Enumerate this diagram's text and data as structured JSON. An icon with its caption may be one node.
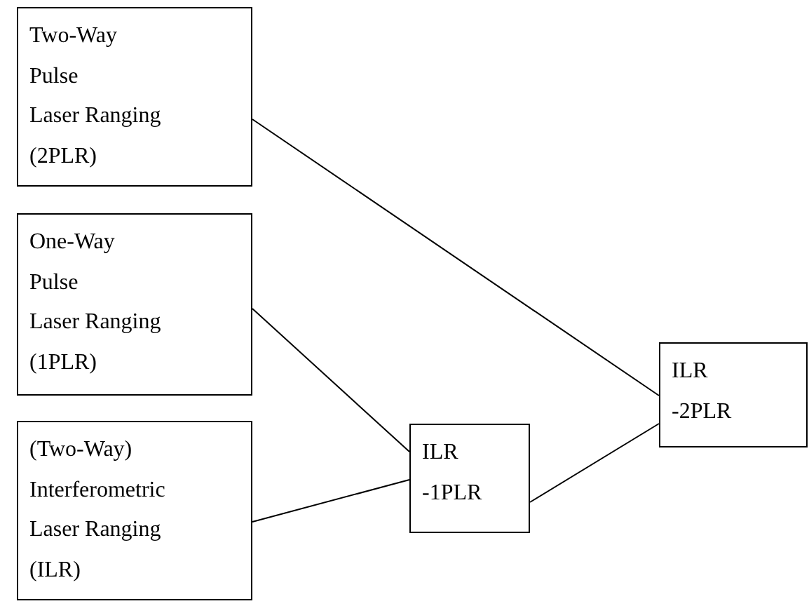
{
  "diagram": {
    "nodes": [
      {
        "text": [
          "Two-Way Pulse Laser Ranging (2PLR)"
        ]
      },
      {
        "text": [
          "One-Way Pulse Laser Ranging (1PLR)"
        ]
      },
      {
        "text": [
          "(Two-Way) Interferometric Laser Ranging (ILR)"
        ]
      },
      {
        "text": [
          "ILR -1PLR"
        ]
      },
      {
        "text": [
          "ILR -2PLR"
        ]
      }
    ],
    "edges": [
      {
        "from": 0,
        "to": 4,
        "arrow": "none"
      },
      {
        "from": 1,
        "to": 3,
        "arrow": "none"
      },
      {
        "from": 2,
        "to": 3,
        "arrow": "none"
      },
      {
        "from": 3,
        "to": 4,
        "arrow": "none"
      }
    ]
  }
}
